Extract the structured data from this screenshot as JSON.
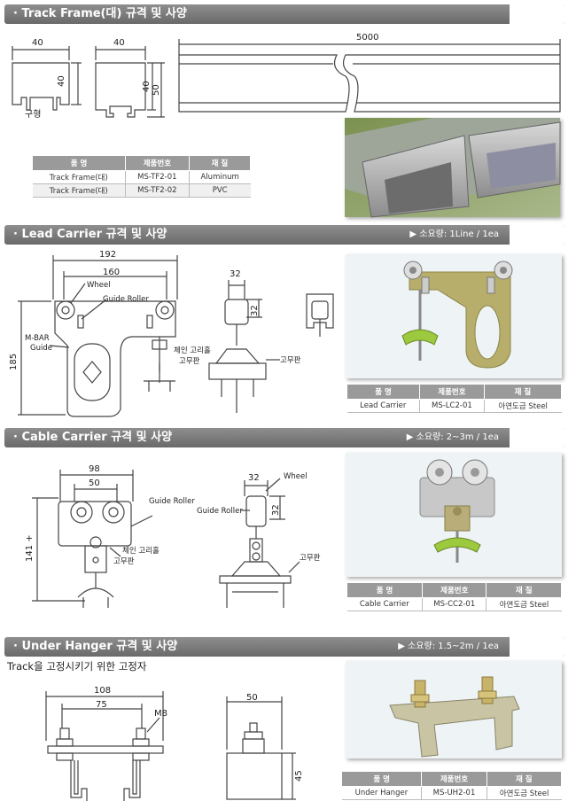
{
  "sections": {
    "track_frame": {
      "title": "· Track Frame(대) 규격 및 사양",
      "dims": {
        "w1": "40",
        "h1": "40",
        "w2": "40",
        "h2a": "40",
        "h2b": "50",
        "length": "5000"
      },
      "shape_label": "구형",
      "table": {
        "headers": [
          "품 명",
          "제품번호",
          "재 질"
        ],
        "rows": [
          [
            "Track Frame(대)",
            "MS-TF2-01",
            "Aluminum"
          ],
          [
            "Track Frame(대)",
            "MS-TF2-02",
            "PVC"
          ]
        ]
      }
    },
    "lead_carrier": {
      "title": "· Lead Carrier 규격 및 사양",
      "note": "▶ 소요량: 1Line / 1ea",
      "dims": {
        "outer": "192",
        "inner": "160",
        "height": "185",
        "side_w": "32",
        "side_h": "32"
      },
      "labels": {
        "wheel": "Wheel",
        "guide_roller": "Guide Roller",
        "mbar": "M-BAR",
        "guide": "Guide",
        "chain_ring": "체인 고리홀",
        "rubber1": "고무판",
        "rubber2": "고무판"
      },
      "table": {
        "headers": [
          "품 명",
          "제품번호",
          "재 질"
        ],
        "rows": [
          [
            "Lead Carrier",
            "MS-LC2-01",
            "아연도금 Steel"
          ]
        ]
      }
    },
    "cable_carrier": {
      "title": "· Cable Carrier 규격 및 사양",
      "note": "▶ 소요량: 2~3m / 1ea",
      "dims": {
        "outer": "98",
        "inner": "50",
        "height": "141 +",
        "side_w": "32",
        "side_h": "32"
      },
      "labels": {
        "guide_roller": "Guide Roller",
        "chain_ring": "체인 고리홀",
        "rubber1": "고무판",
        "wheel": "Wheel",
        "guide_roller2": "Guide Roller",
        "rubber2": "고무판"
      },
      "table": {
        "headers": [
          "품 명",
          "제품번호",
          "재 질"
        ],
        "rows": [
          [
            "Cable Carrier",
            "MS-CC2-01",
            "아연도금 Steel"
          ]
        ]
      }
    },
    "under_hanger": {
      "title": "· Under Hanger 규격 및 사양",
      "note": "▶ 소요량: 1.5~2m / 1ea",
      "description": "Track을 고정시키기 위한 고정자",
      "dims": {
        "outer": "108",
        "inner": "75",
        "bolt": "M8",
        "width": "50",
        "height": "45"
      },
      "table": {
        "headers": [
          "품 명",
          "제품번호",
          "재 질"
        ],
        "rows": [
          [
            "Under Hanger",
            "MS-UH2-01",
            "아연도금 Steel"
          ]
        ]
      }
    }
  }
}
